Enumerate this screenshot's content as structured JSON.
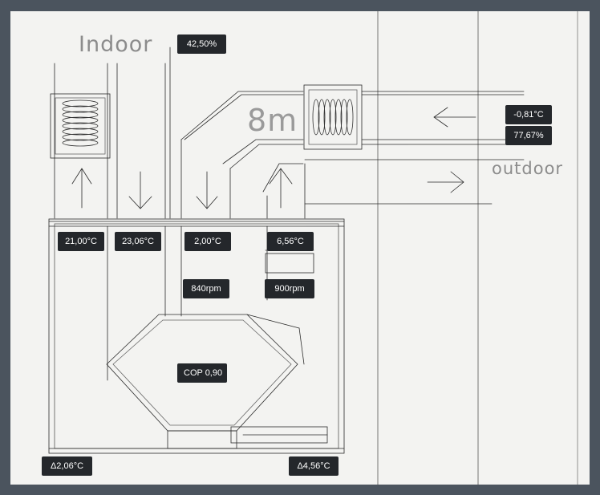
{
  "labels": {
    "indoor": "Indoor",
    "outdoor": "outdoor",
    "duct_length": "8m"
  },
  "readings": {
    "humidity_indoor": "42,50%",
    "outdoor_temp": "-0,81°C",
    "outdoor_humidity": "77,67%",
    "extract_temp": "21,00°C",
    "supply_temp": "23,06°C",
    "exhaust_temp": "2,00°C",
    "intake_temp": "6,56°C",
    "fan_extract_rpm": "840rpm",
    "fan_supply_rpm": "900rpm",
    "cop": "COP 0,90",
    "delta_left": "Δ2,06°C",
    "delta_right": "Δ4,56°C"
  },
  "colors": {
    "frame": "#4b545e",
    "paper": "#f3f3f1",
    "badge": "#24272b",
    "badge_text": "#ffffff",
    "sketch_line": "#2a2a2a"
  }
}
